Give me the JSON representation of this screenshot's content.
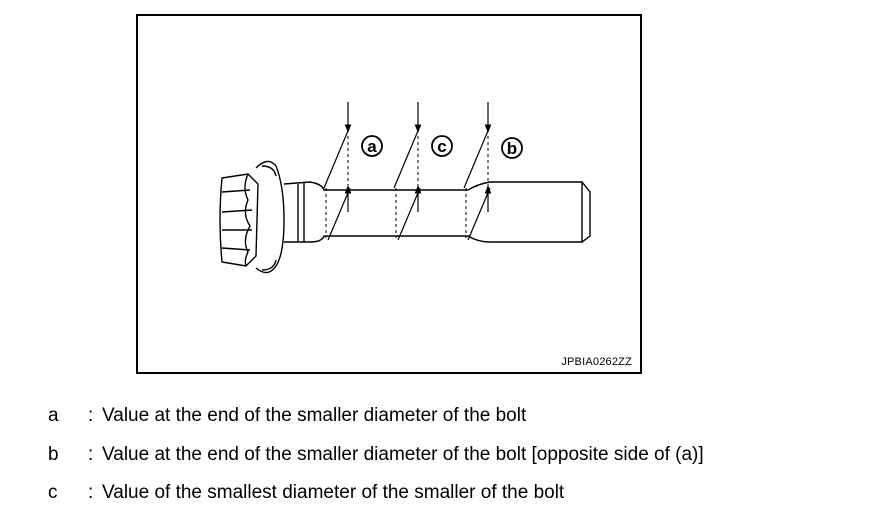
{
  "figure": {
    "code": "JPBIA0262ZZ",
    "markers": [
      "a",
      "c",
      "b"
    ]
  },
  "legend": [
    {
      "key": "a",
      "separator": ":",
      "text": "Value at the end of the smaller diameter of the bolt"
    },
    {
      "key": "b",
      "separator": ":",
      "text": "Value at the end of the smaller diameter of the bolt [opposite side of (a)]"
    },
    {
      "key": "c",
      "separator": ":",
      "text": "Value of the smallest diameter of the smaller of the bolt"
    }
  ]
}
